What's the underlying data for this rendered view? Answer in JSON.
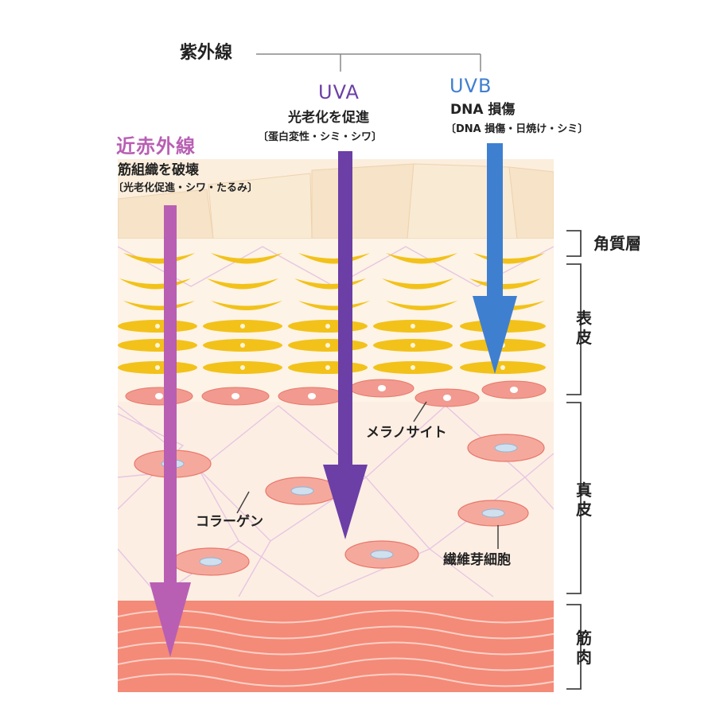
{
  "uv": {
    "label": "紫外線"
  },
  "uva": {
    "name": "UVA",
    "effect": "光老化を促進",
    "detail": "〔蛋白変性・シミ・シワ〕",
    "color": "#6b3fa6"
  },
  "uvb": {
    "name": "UVB",
    "effect": "DNA 損傷",
    "detail": "〔DNA 損傷・日焼け・シミ〕",
    "color": "#3f7fd0"
  },
  "nir": {
    "name": "近赤外線",
    "effect": "筋組織を破壊",
    "detail": "〔光老化促進・シワ・たるみ〕",
    "color": "#b85fb3"
  },
  "layers": {
    "stratum_corneum": "角質層",
    "epidermis": "表皮",
    "dermis": "真皮",
    "muscle": "筋肉"
  },
  "cells": {
    "melanocyte": "メラノサイト",
    "collagen": "コラーゲン",
    "fibroblast": "繊維芽細胞"
  },
  "colors": {
    "stratum": "#f6e3c8",
    "epidermis_bg": "#fdf3e6",
    "keratin": "#f2c21a",
    "basal_cell": "#f29a8f",
    "dermis_bg": "#fdeee3",
    "muscle": "#f48a78",
    "collagen_line": "#e6c6e3"
  }
}
